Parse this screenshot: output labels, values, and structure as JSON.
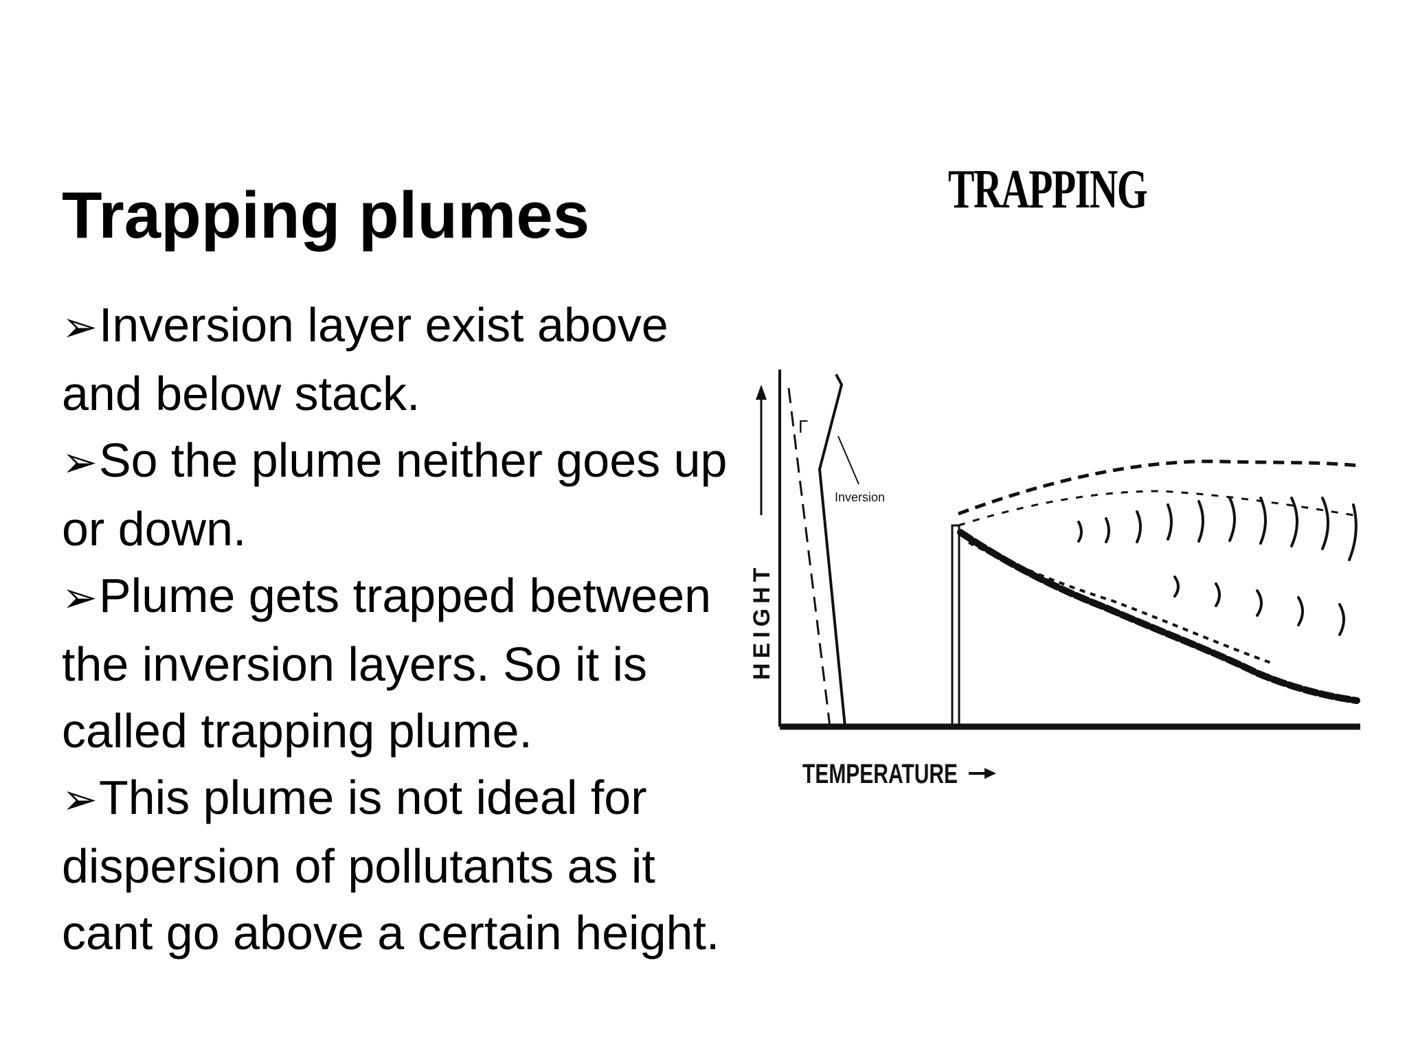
{
  "slide": {
    "title": "Trapping plumes",
    "bullets": [
      "Inversion layer exist above and below stack.",
      "So the plume neither goes up or down.",
      "Plume gets trapped between the inversion layers. So it is called trapping plume.",
      "This plume is not ideal for dispersion of pollutants as it cant go above a certain height."
    ],
    "bullet_icon": "arrowhead-bullet-icon"
  },
  "figure": {
    "title": "TRAPPING",
    "y_label": "HEIGHT",
    "x_label": "TEMPERATURE",
    "gamma_label": "Γ",
    "inversion_label": "Inversion"
  }
}
